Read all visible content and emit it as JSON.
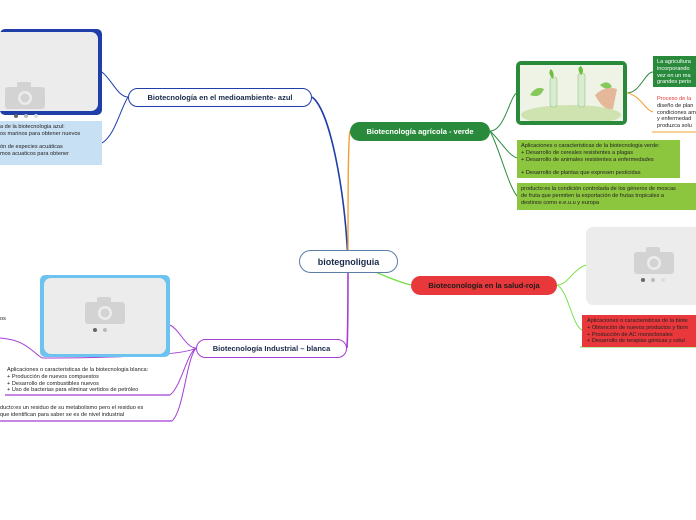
{
  "central": "biotegnoliguia",
  "branches": {
    "azul": {
      "label": "Biotecnología en el medioambiente- azul",
      "color": "#1f3ea8",
      "note_lines": [
        "a de la biotecnologia  azul:",
        "os marinos para obtener nuevos",
        "",
        "ón de especies acuáticas",
        "mos acuaticos para obtener"
      ]
    },
    "verde": {
      "label": "Biotecnología agrícola - verde",
      "color": "#2a8a3c",
      "note1_lines": [
        "La agricultura",
        "incorporando",
        "vez en un ma",
        "grandes perio"
      ],
      "note2_lines": [
        "Proceso de la",
        "diseño de plan",
        "condiciones am",
        "y enfermedad",
        "produzca solu"
      ],
      "note3_lines": [
        "Aplicaciones o caracteristicas de la biotecnologia  verde:",
        "+ Desarrollo de cereales resistentes a plagas",
        "+ Desarrollo de animales resistentes a enfermedades",
        "",
        "+ Desarrollo de plantas que expresen pesticidas"
      ],
      "note4_lines": [
        "producto:es la condición controlada de los géneros de moscas",
        "de fruta que permiten la exportación de frutas tropicales a",
        "destinos como e.e.u.u y europa"
      ]
    },
    "roja": {
      "label": "Bioteconología en la salud-roja",
      "color": "#e8383b",
      "note_lines": [
        "Aplicaciones o caracteristicas de la biote",
        "+ Obtención de nuevos productos y fárm",
        "+ Producción de AC monoclonales",
        "+ Desarrollo de terapias  génicas y celul"
      ]
    },
    "blanca": {
      "label": "Biotecnología Industrial – blanca",
      "color": "#a43fd6",
      "note1_lines": [
        "Aplicaciones o caracteristicas de la biotecnologia  blanca:",
        "+  Producción de nuevos compuestos",
        "+ Desarrollo de combustibles nuevos",
        "+ Uso de bacterias para eliminar vertidos de petróleo"
      ],
      "note2_lines": [
        "ducto:es un  residuo de su metabolismo pero el residuo es",
        "que identifican para saber se es de nivel industrial"
      ],
      "left_fragment": "os"
    }
  },
  "icons": [
    "camera-placeholder-icon",
    "camera-placeholder-icon",
    "camera-placeholder-icon",
    "plants-photo"
  ]
}
